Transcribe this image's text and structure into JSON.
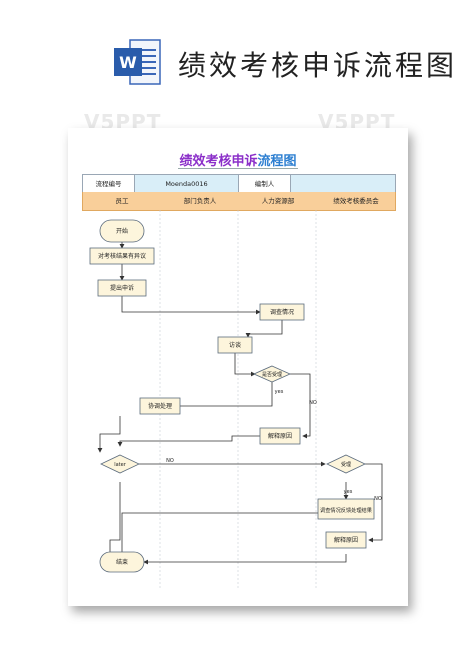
{
  "document": {
    "title": "绩效考核申诉流程图",
    "icon": "word-icon",
    "watermark": "V5PPT"
  },
  "form": {
    "title_part1": "绩效考核申诉",
    "title_part2": "流程图",
    "code_label": "流程编号",
    "code_value": "Moenda0016",
    "author_label": "编制人",
    "author_value": ""
  },
  "lanes": [
    "员工",
    "部门负责人",
    "人力资源部",
    "绩效考核委员会"
  ],
  "nodes": {
    "start": "开始",
    "objection": "对考核结果有异议",
    "submit": "提出申诉",
    "investigate": "调查情况",
    "interview": "访谈",
    "accept_q": "是否受理",
    "coordinate": "协调处理",
    "explain1": "解释原因",
    "satisfied_q": "later",
    "accept2": "受理",
    "feedback": "调查情况反馈处理结果",
    "explain2": "解释原因",
    "end": "结束"
  },
  "labels": {
    "yes1": "yes",
    "no1": "NO",
    "no2": "NO",
    "yes2": "yes",
    "no3": "NO"
  }
}
